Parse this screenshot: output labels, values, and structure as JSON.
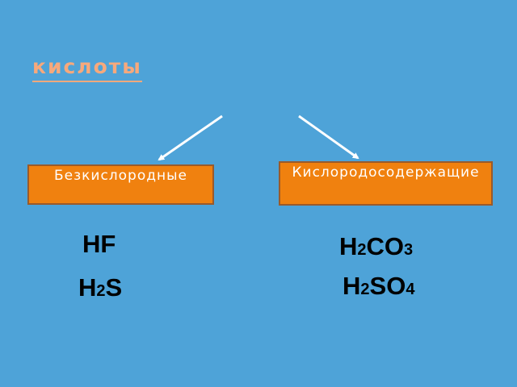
{
  "slide": {
    "background_color": "#4ea3d8",
    "title": "кислоты",
    "title_color": "#f7a97c",
    "box_color": "#f0810f",
    "categories": [
      {
        "label": "Безкислородные",
        "formulas": [
          {
            "parts": [
              "HF"
            ]
          },
          {
            "parts": [
              "H",
              "2",
              "S"
            ]
          }
        ]
      },
      {
        "label": "Кислородосодержащие",
        "formulas": [
          {
            "parts": [
              "H",
              "2",
              "CO",
              "3"
            ]
          },
          {
            "parts": [
              "H",
              "2",
              "SO",
              "4"
            ]
          }
        ]
      }
    ],
    "arrows": [
      {
        "name": "arrow-to-oxygen-free",
        "from": [
          275,
          144
        ],
        "to": [
          194,
          200
        ]
      },
      {
        "name": "arrow-to-oxygen-containing",
        "from": [
          370,
          144
        ],
        "to": [
          446,
          198
        ]
      }
    ]
  }
}
